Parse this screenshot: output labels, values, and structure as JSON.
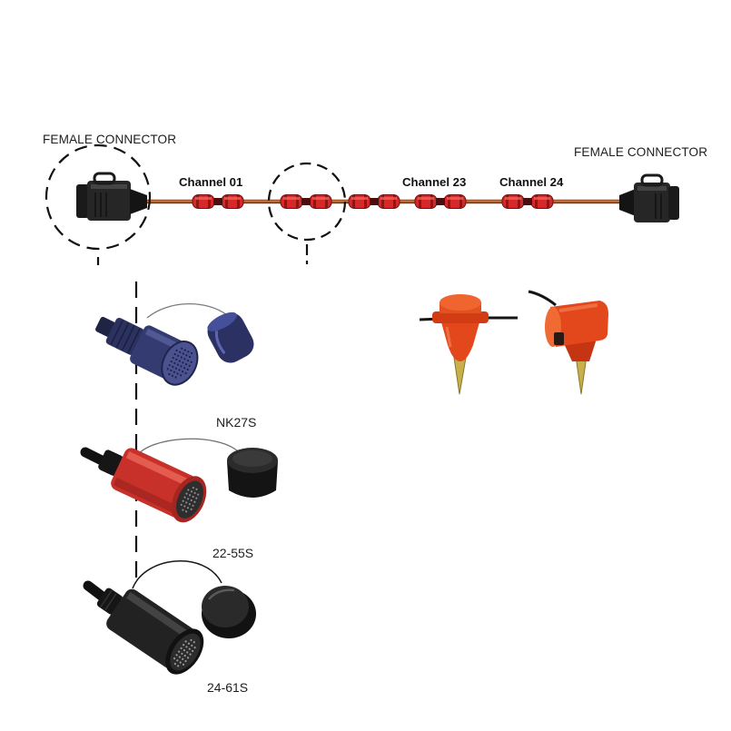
{
  "cable": {
    "left_end_label": "FEMALE CONNECTOR",
    "right_end_label": "FEMALE CONNECTOR",
    "channels": [
      {
        "label": "Channel 01"
      },
      {
        "label": "Channel 23"
      },
      {
        "label": "Channel 24"
      }
    ]
  },
  "connector_options": [
    {
      "label": "NK27S",
      "body_color": "#343b70"
    },
    {
      "label": "22-55S",
      "body_color": "#c8302a"
    },
    {
      "label": "24-61S",
      "body_color": "#222222"
    }
  ],
  "colors": {
    "cable": "#d9783a",
    "takeout": "#d62828",
    "geophone": "#e2481c",
    "geophone_spike": "#c8b04c"
  }
}
